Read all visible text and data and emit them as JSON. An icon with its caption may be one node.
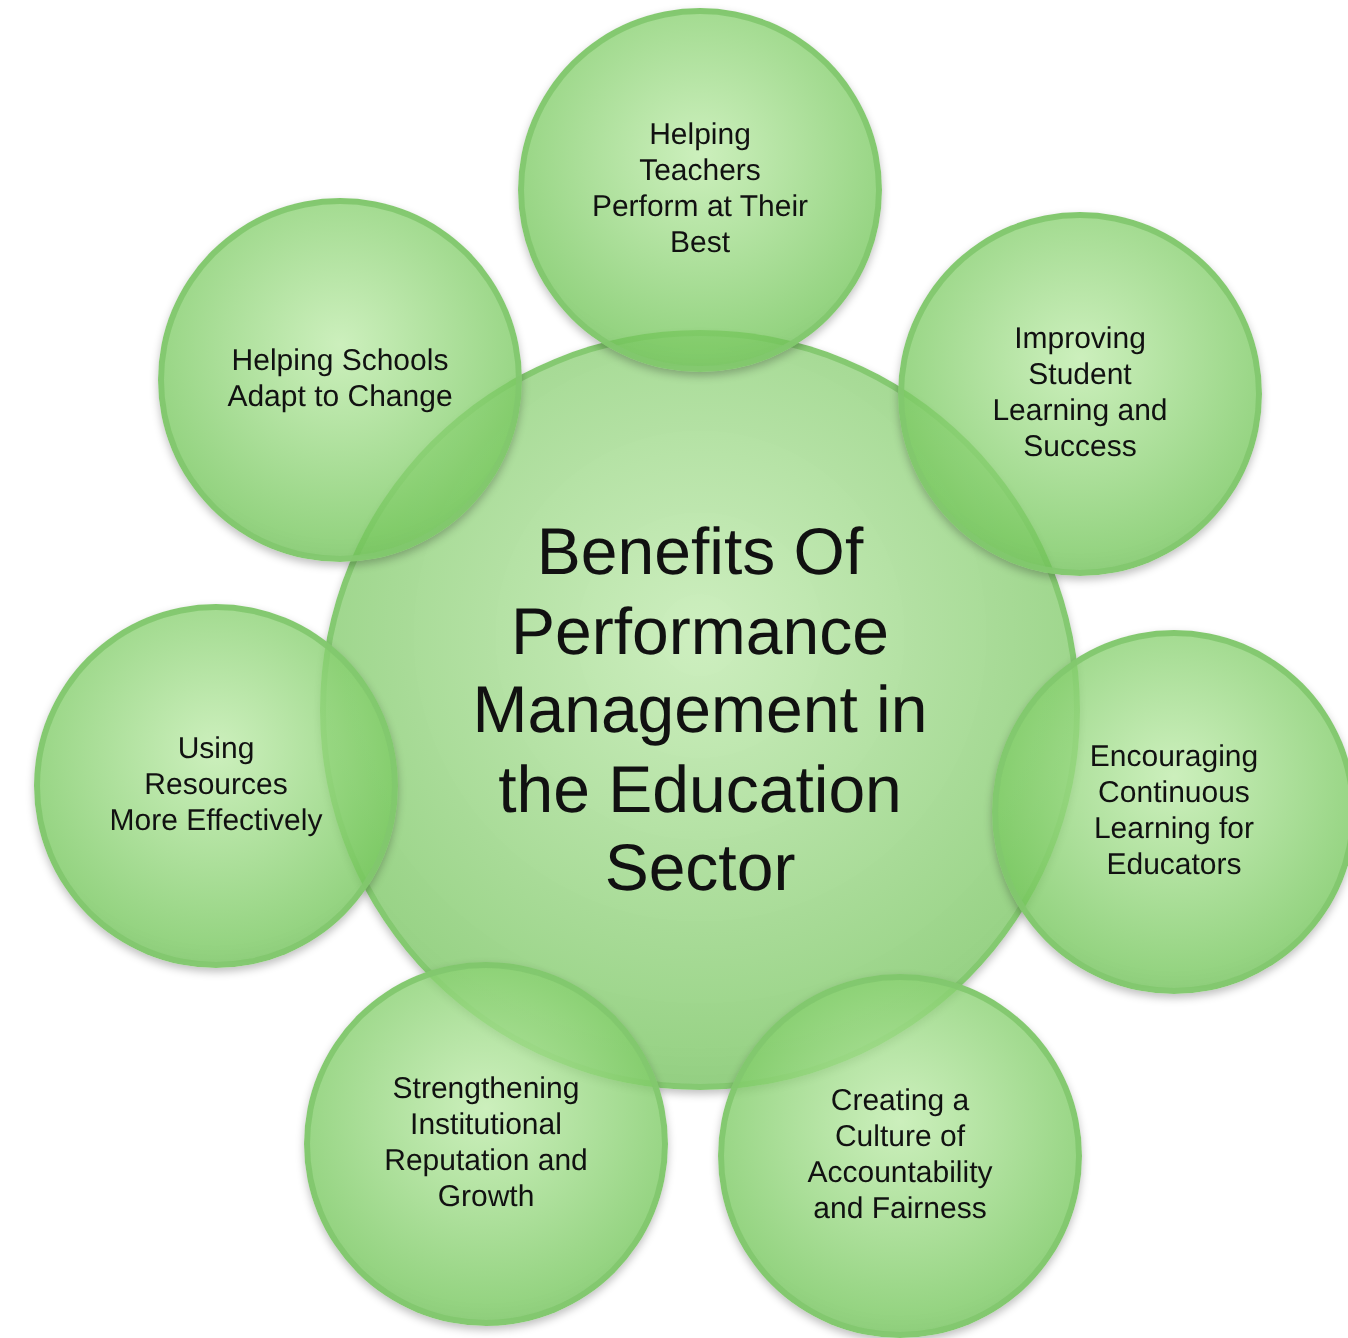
{
  "diagram": {
    "nodes": [
      {
        "text": [
          "Benefits Of Performance Management in the Education Sector"
        ]
      },
      {
        "text": [
          "Helping Teachers Perform at Their Best"
        ]
      },
      {
        "text": [
          "Improving Student Learning and Success"
        ]
      },
      {
        "text": [
          "Encouraging Continuous Learning for Educators"
        ]
      },
      {
        "text": [
          "Creating a Culture of Accountability and Fairness"
        ]
      },
      {
        "text": [
          "Strengthening Institutional Reputation and Growth"
        ]
      },
      {
        "text": [
          "Using Resources More Effectively"
        ]
      },
      {
        "text": [
          "Helping Schools Adapt to Change"
        ]
      }
    ],
    "edges": []
  }
}
